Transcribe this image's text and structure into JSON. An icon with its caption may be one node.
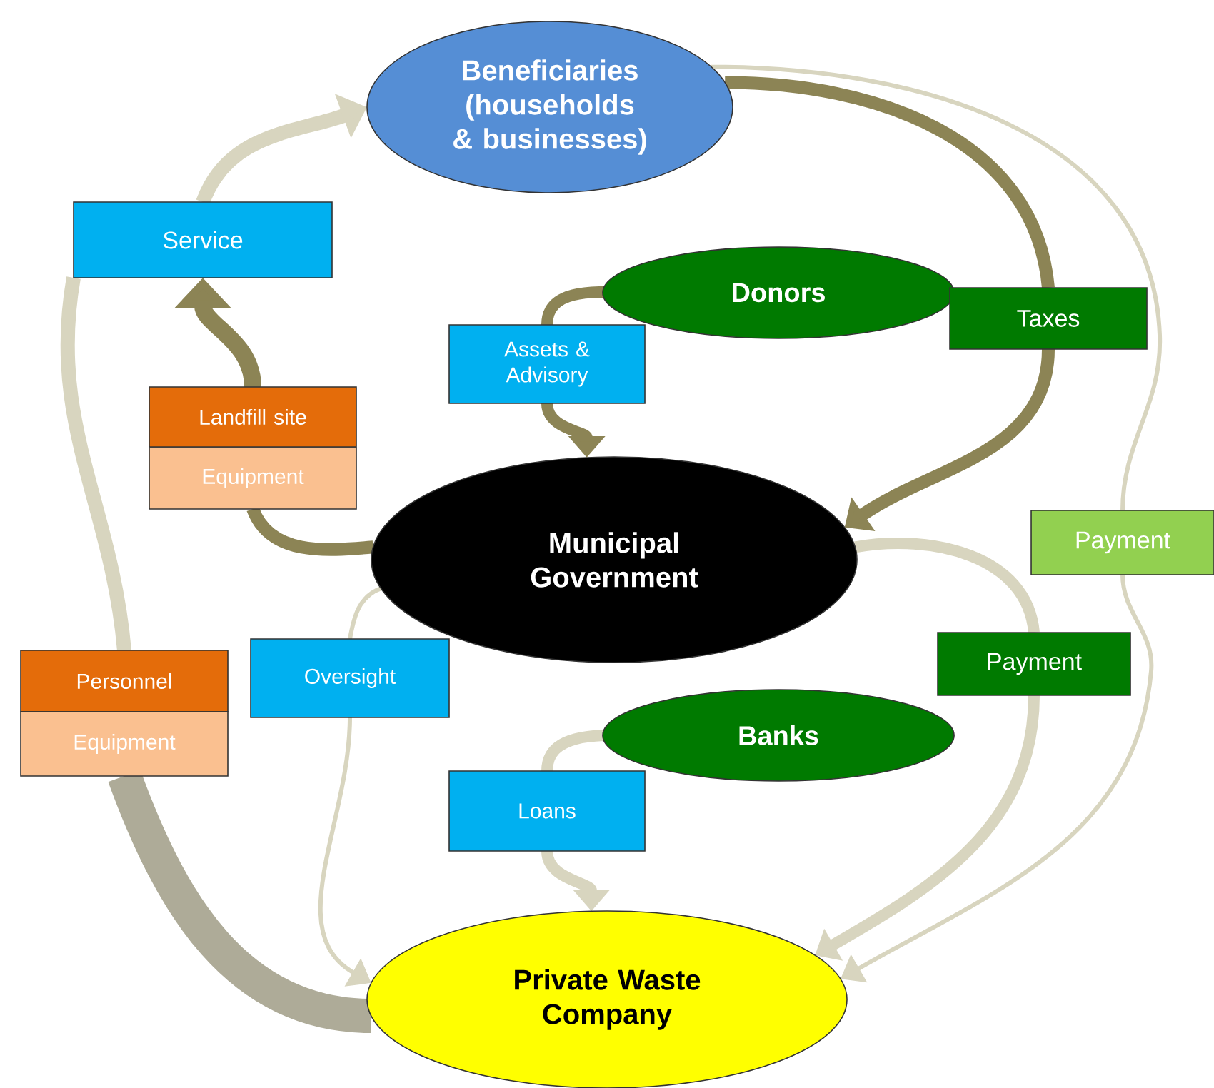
{
  "diagram": {
    "nodes": [
      {
        "text": [
          "Beneficiaries (households & businesses)"
        ]
      },
      {
        "text": [
          "Service"
        ]
      },
      {
        "text": [
          "Donors"
        ]
      },
      {
        "text": [
          "Assets & Advisory"
        ]
      },
      {
        "text": [
          "Taxes"
        ]
      },
      {
        "text": [
          "Landfill site"
        ]
      },
      {
        "text": [
          "Equipment"
        ]
      },
      {
        "text": [
          "Municipal Government"
        ]
      },
      {
        "text": [
          "Payment"
        ]
      },
      {
        "text": [
          "Personnel"
        ]
      },
      {
        "text": [
          "Equipment"
        ]
      },
      {
        "text": [
          "Oversight"
        ]
      },
      {
        "text": [
          "Payment"
        ]
      },
      {
        "text": [
          "Banks"
        ]
      },
      {
        "text": [
          "Loans"
        ]
      },
      {
        "text": [
          "Private Waste Company"
        ]
      }
    ],
    "edges": [
      {
        "from": 0,
        "to": 4,
        "arrow": "none",
        "color": "#8c8455"
      },
      {
        "from": 4,
        "to": 7,
        "arrow": "to",
        "color": "#8c8455"
      },
      {
        "from": 0,
        "to": 8,
        "arrow": "none"
      },
      {
        "from": 8,
        "to": 15,
        "arrow": "to"
      },
      {
        "from": 7,
        "to": 12,
        "arrow": "none"
      },
      {
        "from": 12,
        "to": 15,
        "arrow": "to"
      },
      {
        "from": 2,
        "to": 3,
        "arrow": "none",
        "color": "#8c8455"
      },
      {
        "from": 3,
        "to": 7,
        "arrow": "to",
        "color": "#8c8455"
      },
      {
        "from": 13,
        "to": 14,
        "arrow": "none"
      },
      {
        "from": 14,
        "to": 15,
        "arrow": "to"
      },
      {
        "from": 7,
        "to": 6,
        "arrow": "none",
        "color": "#8c8455"
      },
      {
        "from": 5,
        "to": 1,
        "arrow": "to",
        "color": "#8c8455"
      },
      {
        "from": 7,
        "to": 11,
        "arrow": "none"
      },
      {
        "from": 11,
        "to": 15,
        "arrow": "to"
      },
      {
        "from": 15,
        "to": 10,
        "arrow": "none",
        "style": "thick",
        "color": "#aeab98"
      },
      {
        "from": 9,
        "to": 1,
        "arrow": "none"
      },
      {
        "from": 1,
        "to": 0,
        "arrow": "to"
      }
    ]
  }
}
